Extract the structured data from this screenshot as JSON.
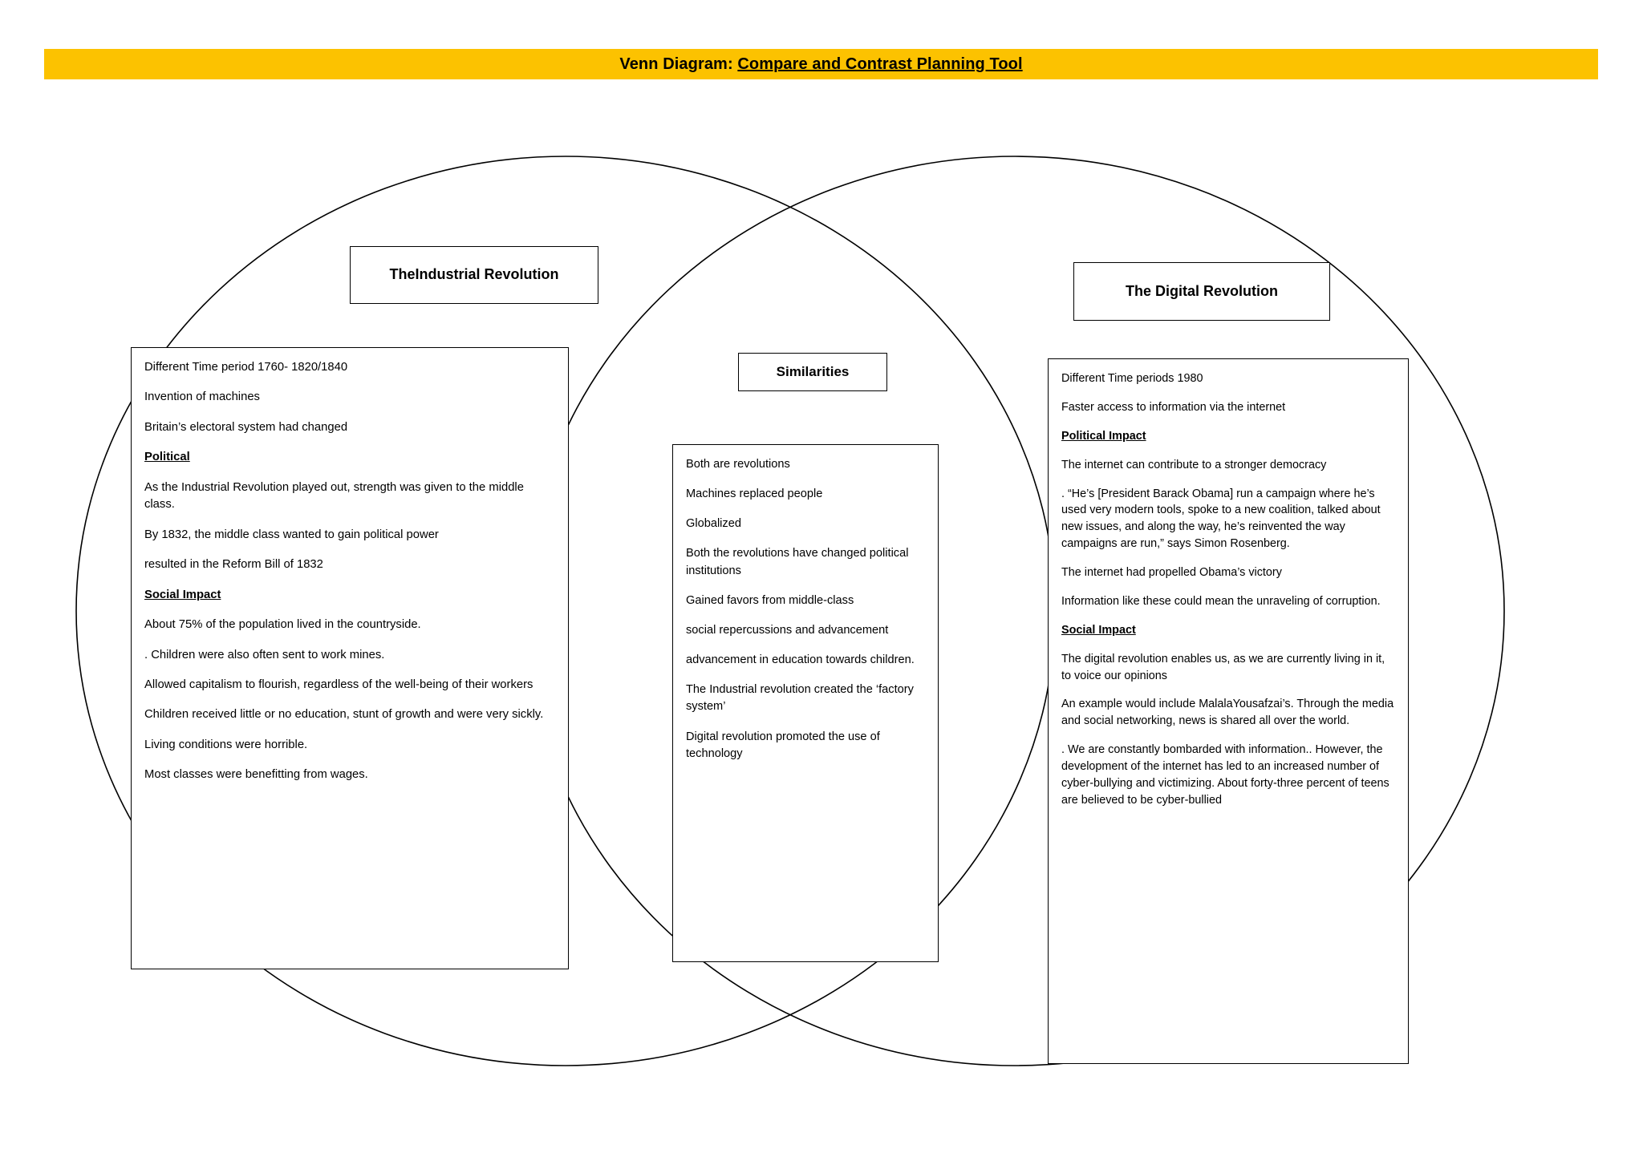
{
  "header": {
    "title_prefix": "Venn Diagram: ",
    "title_underlined": "Compare and Contrast Planning Tool",
    "banner_color": "#FCC200"
  },
  "labels": {
    "left": "TheIndustrial  Revolution",
    "right": "The Digital Revolution",
    "center": "Similarities"
  },
  "left_box": {
    "lines": [
      {
        "text": "Different Time period 1760- 1820/1840",
        "style": "normal"
      },
      {
        "text": "Invention of machines",
        "style": "normal"
      },
      {
        "text": "Britain’s electoral system had changed",
        "style": "normal"
      },
      {
        "text": "Political",
        "style": "heading"
      },
      {
        "text": "As the Industrial Revolution played out, strength was given to the middle class.",
        "style": "normal"
      },
      {
        "text": "By 1832, the middle class wanted to gain political power",
        "style": "normal"
      },
      {
        "text": "resulted in the Reform Bill of 1832",
        "style": "normal"
      },
      {
        "text": "Social Impact",
        "style": "heading"
      },
      {
        "text": "About 75% of the population lived in the countryside.",
        "style": "normal"
      },
      {
        "text": ". Children were also often sent to work mines.",
        "style": "normal"
      },
      {
        "text": "Allowed capitalism to flourish, regardless of the well-being of their workers",
        "style": "normal"
      },
      {
        "text": " Children received little or no education, stunt of growth and were very sickly.",
        "style": "normal"
      },
      {
        "text": "Living conditions were horrible.",
        "style": "normal"
      },
      {
        "text": " Most classes were benefitting from wages.",
        "style": "normal"
      }
    ]
  },
  "center_box": {
    "lines": [
      {
        "text": "Both are revolutions",
        "style": "normal"
      },
      {
        "text": "Machines replaced people",
        "style": "normal"
      },
      {
        "text": "Globalized",
        "style": "normal"
      },
      {
        "text": "Both the revolutions have changed political institutions",
        "style": "normal"
      },
      {
        "text": "Gained favors from middle-class",
        "style": "normal"
      },
      {
        "text": "social repercussions and advancement",
        "style": "normal"
      },
      {
        "text": "advancement in education towards children.",
        "style": "normal"
      },
      {
        "text": "The Industrial revolution created the ‘factory system’",
        "style": "normal"
      },
      {
        "text": " Digital revolution promoted the use of technology",
        "style": "normal"
      }
    ]
  },
  "right_box": {
    "lines": [
      {
        "text": "Different Time periods 1980",
        "style": "normal"
      },
      {
        "text": "Faster access to information via the internet",
        "style": "normal"
      },
      {
        "text": "Political Impact",
        "style": "heading"
      },
      {
        "text": "The internet can contribute to a stronger democracy",
        "style": "normal"
      },
      {
        "text": ". “He’s [President Barack Obama] run a campaign where he’s used very modern tools, spoke to a new coalition, talked about new issues, and along the way, he’s reinvented the way campaigns are run,” says Simon Rosenberg.",
        "style": "normal"
      },
      {
        "text": "The internet had propelled Obama’s victory",
        "style": "normal"
      },
      {
        "text": "Information like these could mean the unraveling of corruption.",
        "style": "normal"
      },
      {
        "text": "Social Impact",
        "style": "heading"
      },
      {
        "text": "The digital revolution enables us, as we are currently living in it, to voice our opinions",
        "style": "normal"
      },
      {
        "text": "  An example would include MalalaYousafzai’s. Through the media and social networking, news is shared all over the world.",
        "style": "normal"
      },
      {
        "text": ". We are constantly bombarded with information.. However, the development of the internet has led to an increased number of cyber-bullying and victimizing. About forty-three percent of teens are believed to be cyber-bullied",
        "style": "normal"
      }
    ]
  }
}
